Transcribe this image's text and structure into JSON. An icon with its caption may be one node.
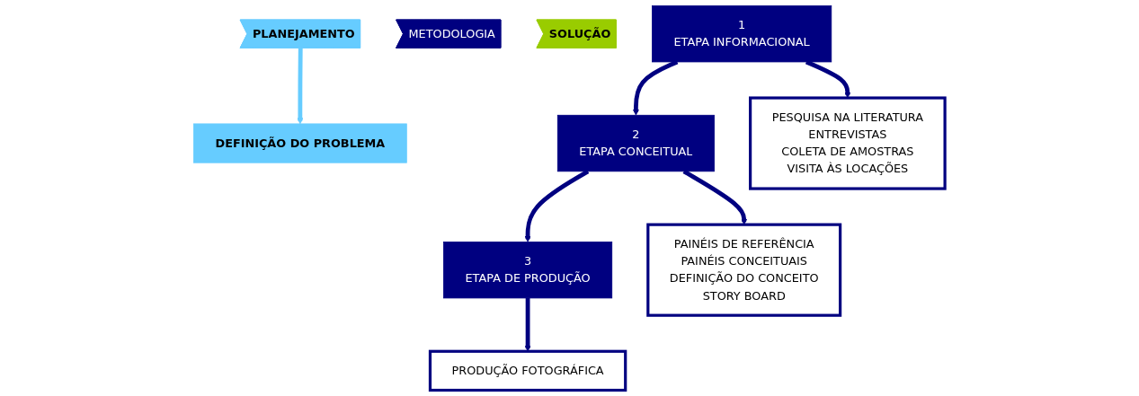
{
  "diagram": {
    "nodes": [
      {
        "text": [
          "PLANEJAMENTO"
        ]
      },
      {
        "text": [
          "METODOLOGIA"
        ]
      },
      {
        "text": [
          "SOLUÇÃO"
        ]
      },
      {
        "text": [
          "DEFINIÇÃO DO PROBLEMA"
        ]
      },
      {
        "text": [
          "1",
          "ETAPA INFORMACIONAL"
        ]
      },
      {
        "text": [
          "2",
          "ETAPA CONCEITUAL"
        ]
      },
      {
        "text": [
          "3",
          "ETAPA DE PRODUÇÃO"
        ]
      },
      {
        "text": [
          "PESQUISA NA LITERATURA",
          "ENTREVISTAS",
          "COLETA DE AMOSTRAS",
          "VISITA ÀS LOCAÇÕES"
        ]
      },
      {
        "text": [
          "PAINÉIS DE REFERÊNCIA",
          "PAINÉIS CONCEITUAIS",
          "DEFINIÇÃO DO CONCEITO",
          "STORY BOARD"
        ]
      },
      {
        "text": [
          "PRODUÇÃO FOTOGRÁFICA"
        ]
      }
    ],
    "edges": [
      {
        "from": 0,
        "to": 3,
        "arrow": "to",
        "color": "#66ccff"
      },
      {
        "from": 4,
        "to": 5,
        "arrow": "to"
      },
      {
        "from": 5,
        "to": 6,
        "arrow": "to"
      },
      {
        "from": 4,
        "to": 7,
        "arrow": "to"
      },
      {
        "from": 5,
        "to": 8,
        "arrow": "to"
      },
      {
        "from": 6,
        "to": 9,
        "arrow": "to"
      }
    ]
  }
}
